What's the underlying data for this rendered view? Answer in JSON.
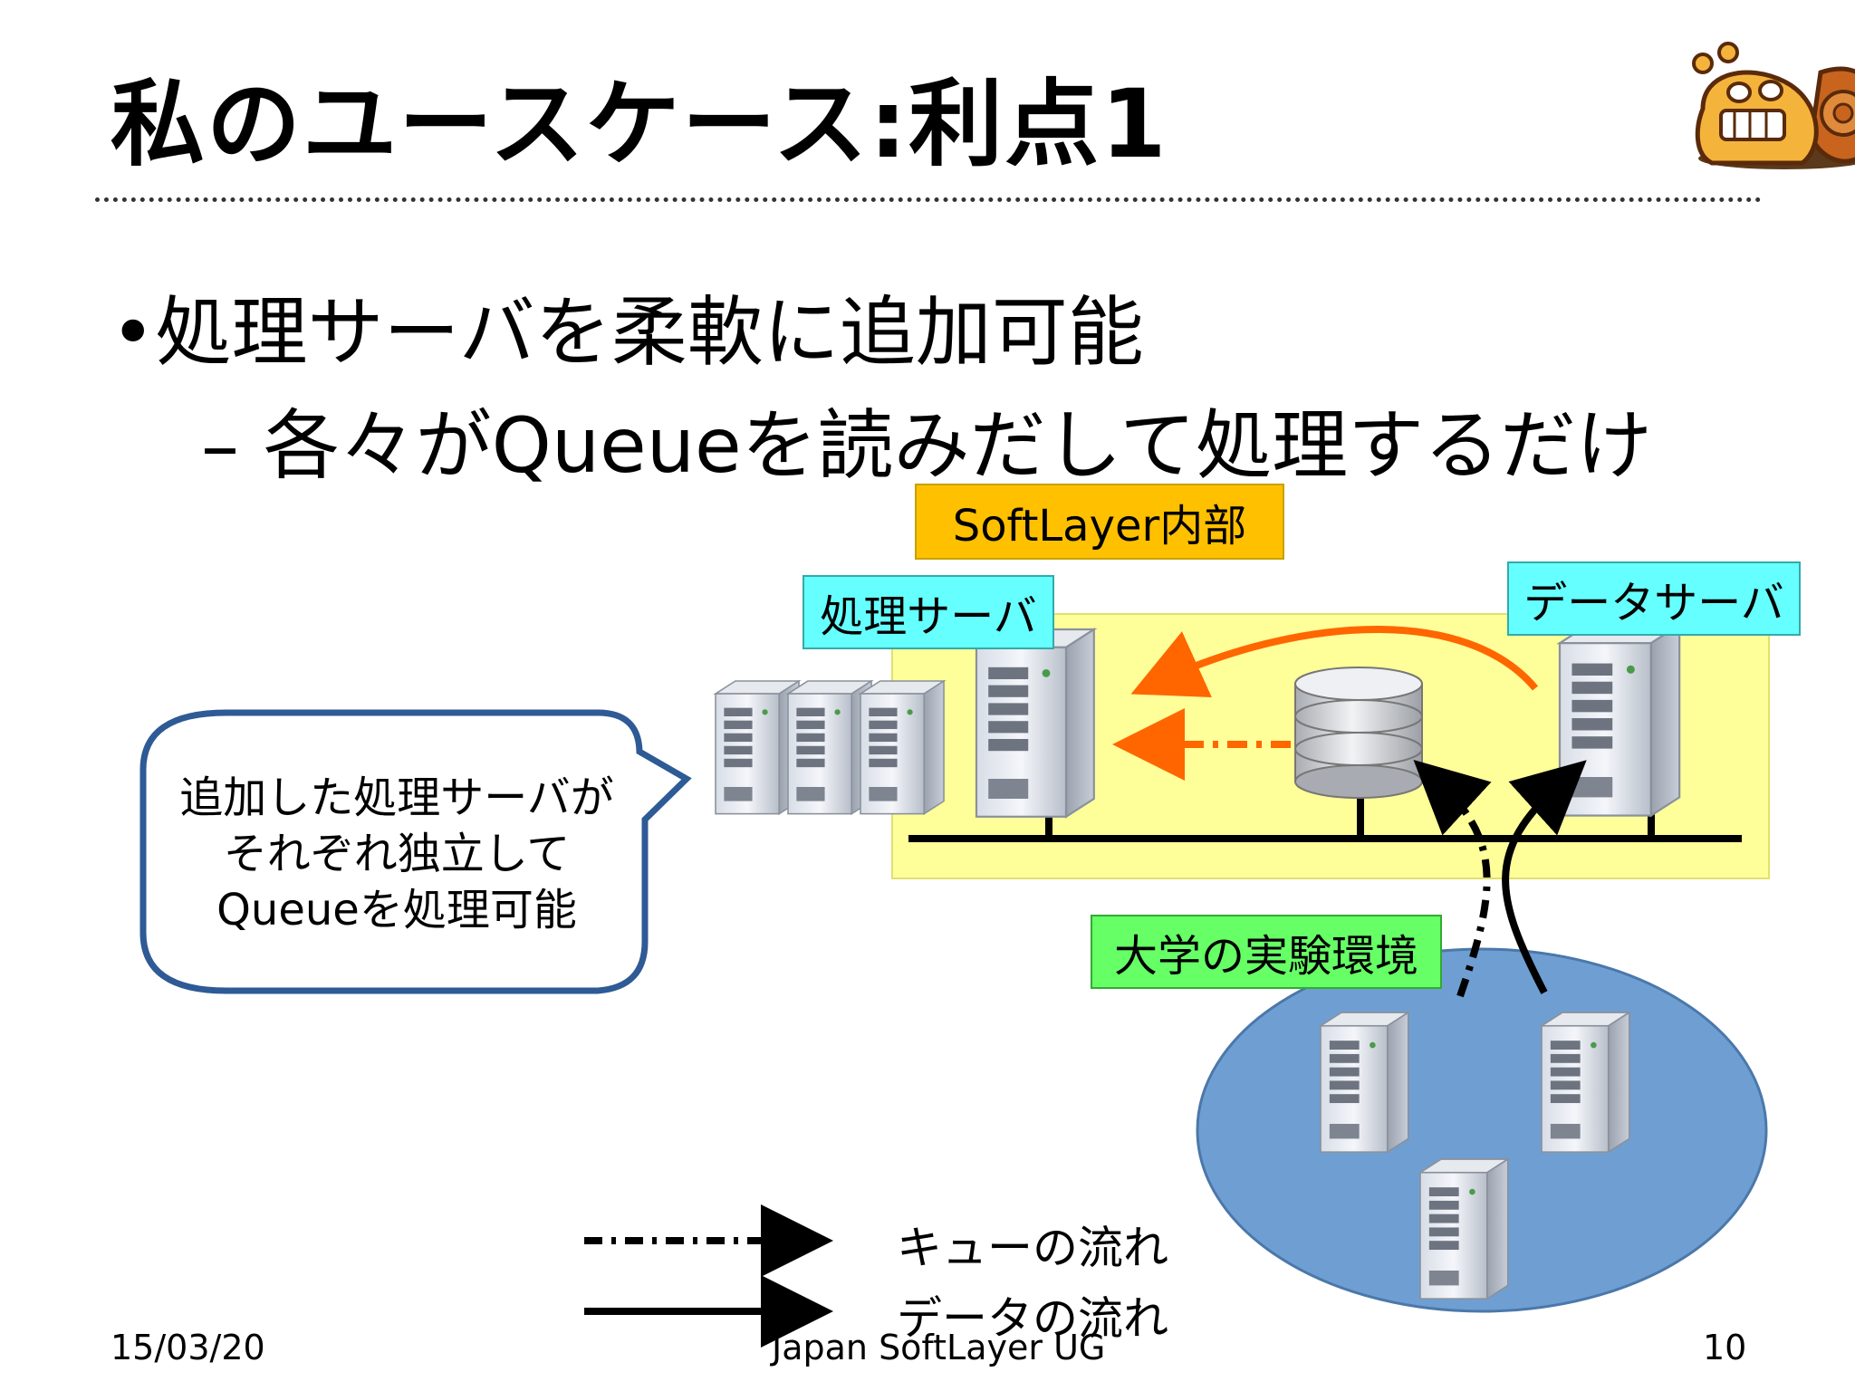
{
  "slide": {
    "title": "私のユースケース:利点1",
    "bullet_1": "•処理サーバを柔軟に追加可能",
    "bullet_2": "– 各々がQueueを読みだして処理するだけ"
  },
  "diagram": {
    "softlayer_label": "SoftLayer内部",
    "processing_server_label": "処理サーバ",
    "data_server_label": "データサーバ",
    "university_label": "大学の実験環境",
    "callout_lines": [
      "追加した処理サーバが",
      "それぞれ独立して",
      "Queueを処理可能"
    ],
    "legend": {
      "queue_flow": "キューの流れ",
      "data_flow": "データの流れ"
    },
    "colors": {
      "softlayer_region": "#ffff99",
      "label_orange": "#ffc000",
      "label_cyan": "#66ffff",
      "label_green": "#66ff66",
      "university_region": "#6f9fd2",
      "arrow_orange": "#ff6600"
    },
    "icons": [
      "server-tower-icon",
      "database-icon",
      "snail-mascot-icon"
    ]
  },
  "footer": {
    "date": "15/03/20",
    "center": "Japan SoftLayer UG",
    "page": "10"
  }
}
